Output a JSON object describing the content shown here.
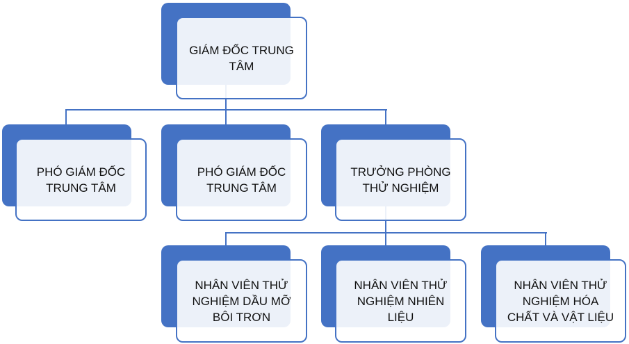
{
  "nodes": {
    "director": "GIÁM ĐỐC TRUNG TÂM",
    "deputy_1": "PHÓ GIÁM ĐỐC TRUNG TÂM",
    "deputy_2": "PHÓ GIÁM ĐỐC TRUNG TÂM",
    "lab_head": "TRƯỞNG PHÒNG THỬ NGHIỆM",
    "staff_lubricants": "NHÂN VIÊN THỬ NGHIỆM DẦU  MỠ BÔI TRƠN",
    "staff_fuel": "NHÂN VIÊN THỬ NGHIỆM NHIÊN LIỆU",
    "staff_chemicals": "NHÂN VIÊN THỬ NGHIỆM HÓA CHẤT VÀ VẬT LIỆU"
  },
  "colors": {
    "accent": "#4472C4",
    "fill": "#ECF1F9"
  }
}
